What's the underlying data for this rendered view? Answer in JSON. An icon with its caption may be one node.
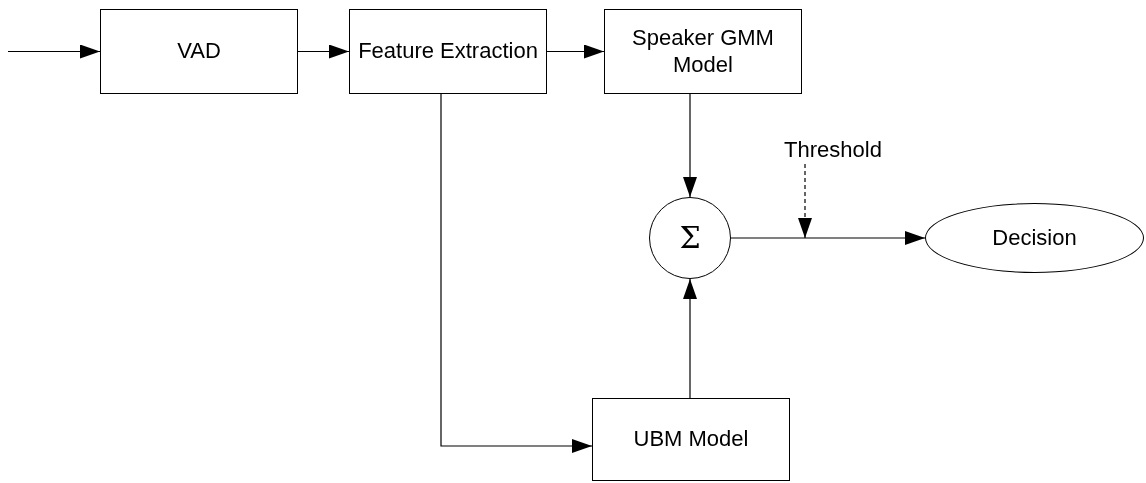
{
  "diagram": {
    "nodes": [
      {
        "text": [
          "VAD"
        ]
      },
      {
        "text": [
          "Feature Extraction"
        ]
      },
      {
        "text": [
          "Speaker GMM Model"
        ]
      },
      {
        "text": [
          "Σ"
        ]
      },
      {
        "text": [
          "Threshold"
        ]
      },
      {
        "text": [
          "Decision"
        ]
      },
      {
        "text": [
          "UBM Model"
        ]
      }
    ],
    "edges": [
      {
        "from": null,
        "to": 0,
        "arrow": "to"
      },
      {
        "from": 0,
        "to": 1,
        "arrow": "to"
      },
      {
        "from": 1,
        "to": 2,
        "arrow": "to"
      },
      {
        "from": 2,
        "to": 3,
        "arrow": "to"
      },
      {
        "from": 1,
        "to": 6,
        "arrow": "to"
      },
      {
        "from": 6,
        "to": 3,
        "arrow": "to"
      },
      {
        "from": 3,
        "to": 5,
        "arrow": "to"
      },
      {
        "from": 4,
        "to": null,
        "arrow": "to",
        "style": "dashed"
      }
    ]
  }
}
